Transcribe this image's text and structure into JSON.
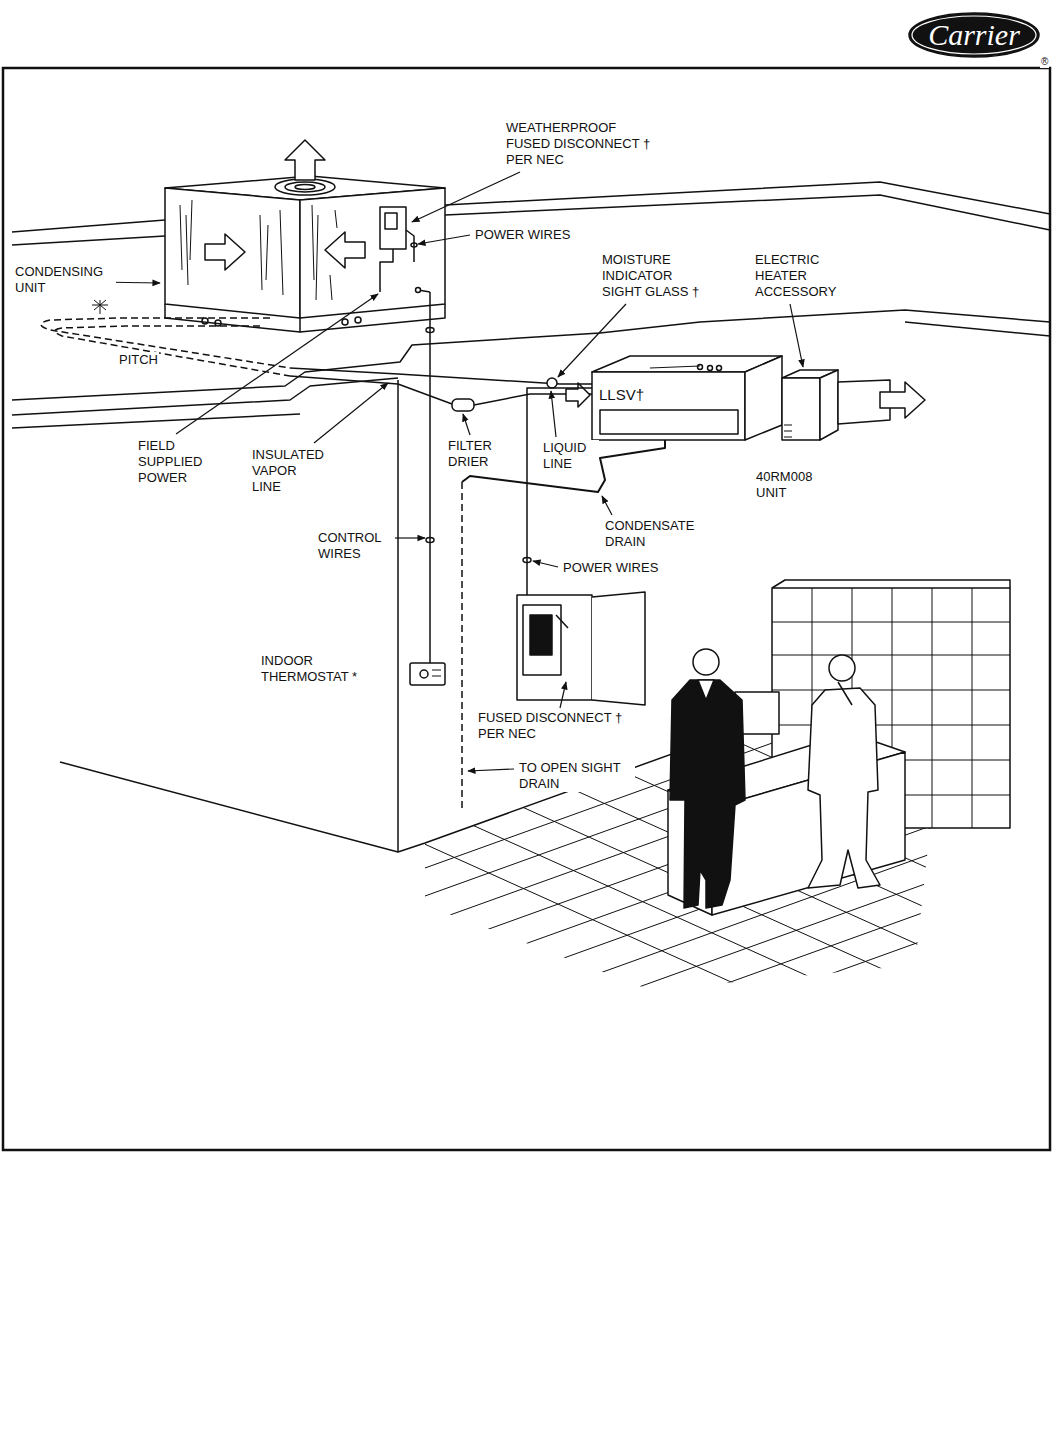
{
  "diagram": {
    "nodes": [
      {
        "text": [
          "Carrier"
        ]
      }
    ],
    "labels": [
      "WEATHERPROOF FUSED DISCONNECT † PER NEC",
      "POWER WIRES",
      "CONDENSING UNIT",
      "MOISTURE INDICATOR SIGHT GLASS †",
      "ELECTRIC HEATER ACCESSORY",
      "PITCH",
      "LLSV†",
      "FIELD SUPPLIED POWER",
      "INSULATED VAPOR LINE",
      "FILTER DRIER",
      "LIQUID LINE",
      "40RM008 UNIT",
      "CONDENSATE DRAIN",
      "CONTROL WIRES",
      "POWER WIRES",
      "INDOOR THERMOSTAT *",
      "FUSED DISCONNECT † PER NEC",
      "TO OPEN SIGHT DRAIN",
      "®"
    ]
  }
}
